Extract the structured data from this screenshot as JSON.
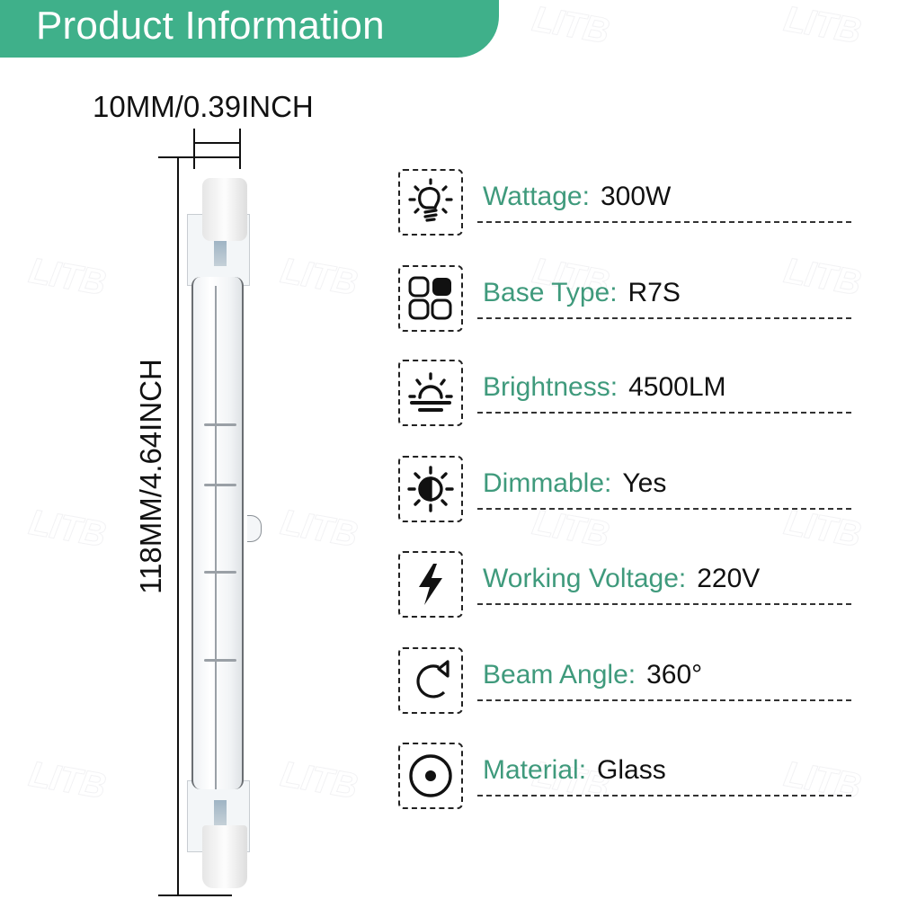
{
  "banner": {
    "title": "Product Information",
    "color": "#3fb08a"
  },
  "watermark": {
    "text": "LITB"
  },
  "dimensions": {
    "width_label": "10MM/0.39INCH",
    "height_label": "118MM/4.64INCH"
  },
  "specs": [
    {
      "icon": "lightbulb-icon",
      "label": "Wattage:",
      "value": "300W"
    },
    {
      "icon": "base-type-grid-icon",
      "label": "Base Type:",
      "value": "R7S"
    },
    {
      "icon": "sunrise-brightness-icon",
      "label": "Brightness:",
      "value": "4500LM"
    },
    {
      "icon": "dimmable-sun-icon",
      "label": "Dimmable:",
      "value": "Yes"
    },
    {
      "icon": "lightning-bolt-icon",
      "label": "Working Voltage:",
      "value": "220V"
    },
    {
      "icon": "rotate-arrow-icon",
      "label": "Beam Angle:",
      "value": "360°"
    },
    {
      "icon": "target-circle-icon",
      "label": "Material:",
      "value": "Glass"
    }
  ],
  "colors": {
    "label_green": "#3f9a7c",
    "value_black": "#111111"
  }
}
